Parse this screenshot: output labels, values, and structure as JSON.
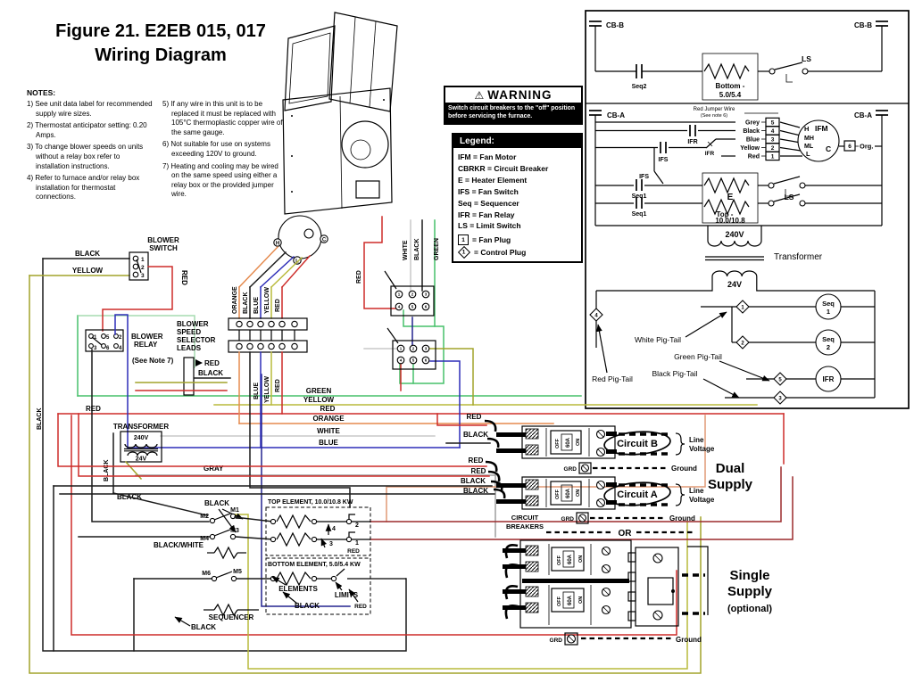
{
  "title": {
    "line1": "Figure 21. E2EB 015, 017",
    "line2": "Wiring Diagram"
  },
  "notes": {
    "heading": "NOTES:",
    "col1": [
      "1) See unit data label for recommended supply wire sizes.",
      "2) Thermostat anticipator setting: 0.20 Amps.",
      "3) To change blower speeds on units without a relay box refer to installation instructions.",
      "4) Refer to furnace and/or relay box installation for thermostat connections."
    ],
    "col2": [
      "5) If any wire in this unit is to be replaced it must be replaced with 105°C thermoplastic copper wire of the same gauge.",
      "6) Not suitable for use on systems exceeding 120V to ground.",
      "7) Heating and cooling may be wired on the same speed using either a relay box or the provided jumper wire."
    ]
  },
  "warning": {
    "icon": "⚠",
    "title": "WARNING",
    "body": "Switch circuit breakers to the \"off\" position before servicing the furnace."
  },
  "legend": {
    "heading": "Legend:",
    "items": [
      "IFM = Fan Motor",
      "CBRKR = Circuit Breaker",
      "E = Heater Element",
      "IFS = Fan Switch",
      "Seq = Sequencer",
      "IFR = Fan Relay",
      "LS = Limit Switch"
    ],
    "fan_plug": "= Fan Plug",
    "control_plug": "= Control Plug"
  },
  "n": {
    "1": "1",
    "2": "2",
    "3": "3",
    "4": "4",
    "5": "5",
    "6": "6"
  },
  "m": {
    "1": "M1",
    "2": "M2",
    "3": "M3",
    "4": "M4",
    "5": "M5",
    "6": "M6"
  },
  "w": {
    "BLACK": "BLACK",
    "YELLOW": "YELLOW",
    "RED": "RED",
    "BLUE": "BLUE",
    "GREEN": "GREEN",
    "ORANGE": "ORANGE",
    "WHITE": "WHITE",
    "GRAY": "GRAY",
    "BLACKWHITE": "BLACK/WHITE"
  },
  "sch": {
    "cbb": "CB-B",
    "cba": "CB-A",
    "seq2": "Seq2",
    "seq1": "Seq1",
    "seq": "Seq",
    "bottom_name": "Bottom -",
    "bottom_rating": "5.0/5.4",
    "ls": "LS",
    "jumper1": "Red Jumper Wire",
    "jumper2": "(See note 6)",
    "grey": "Grey",
    "black": "Black",
    "blue": "Blue",
    "yellow": "Yellow",
    "red": "Red",
    "ifr": "IFR",
    "ifs": "IFS",
    "ifm": "IFM",
    "h": "H",
    "mh": "MH",
    "ml": "ML",
    "l": "L",
    "c": "C",
    "org": "Org.",
    "e": "E",
    "top_name": "Top -",
    "top_rating": "10.0/10.8",
    "v240": "240V",
    "v24": "24V",
    "transformer": "Transformer",
    "white_pt": "White Pig-Tail",
    "green_pt": "Green Pig-Tail",
    "black_pt": "Black Pig-Tail",
    "red_pt": "Red Pig-Tail"
  },
  "main": {
    "blower": "BLOWER",
    "switch": "SWITCH",
    "relay": "RELAY",
    "speed": "SPEED",
    "selector": "SELECTOR",
    "leads": "LEADS",
    "see_note7": "(See Note 7)",
    "transformer": "TRANSFORMER",
    "v240": "240V",
    "v24": "24V",
    "top_element": "TOP ELEMENT, 10.0/10.8 KW",
    "bottom_element": "BOTTOM ELEMENT, 5.0/5.4 KW",
    "elements": "ELEMENTS",
    "limits": "LIMITS",
    "sequencer": "SEQUENCER"
  },
  "supply": {
    "circuit_b": "Circuit B",
    "circuit_a": "Circuit A",
    "line": "Line",
    "voltage": "Voltage",
    "ground": "Ground",
    "grd": "GRD",
    "dual": "Dual",
    "supply": "Supply",
    "circuit": "CIRCUIT",
    "breakers": "BREAKERS",
    "or": "OR",
    "single": "Single",
    "optional": "(optional)",
    "amps": "60A",
    "on": "ON",
    "off": "OFF"
  }
}
